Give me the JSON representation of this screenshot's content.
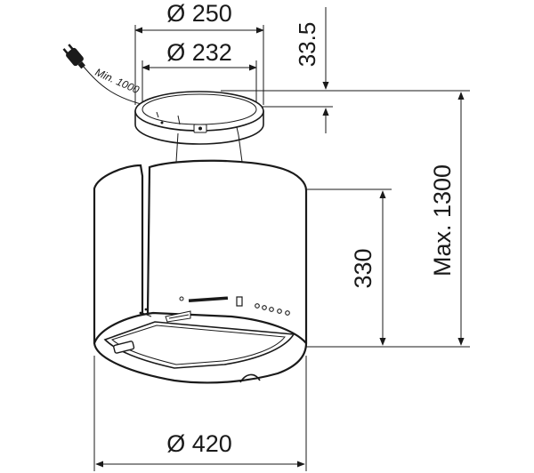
{
  "dimensions": {
    "top_outer_diameter": "Ø 250",
    "top_inner_diameter": "Ø 232",
    "top_height": "33.5",
    "body_height": "330",
    "max_height": "Max. 1300",
    "body_diameter": "Ø 420",
    "cable_length": "Min. 1000"
  },
  "icons": {
    "plug": "power-plug-icon"
  }
}
